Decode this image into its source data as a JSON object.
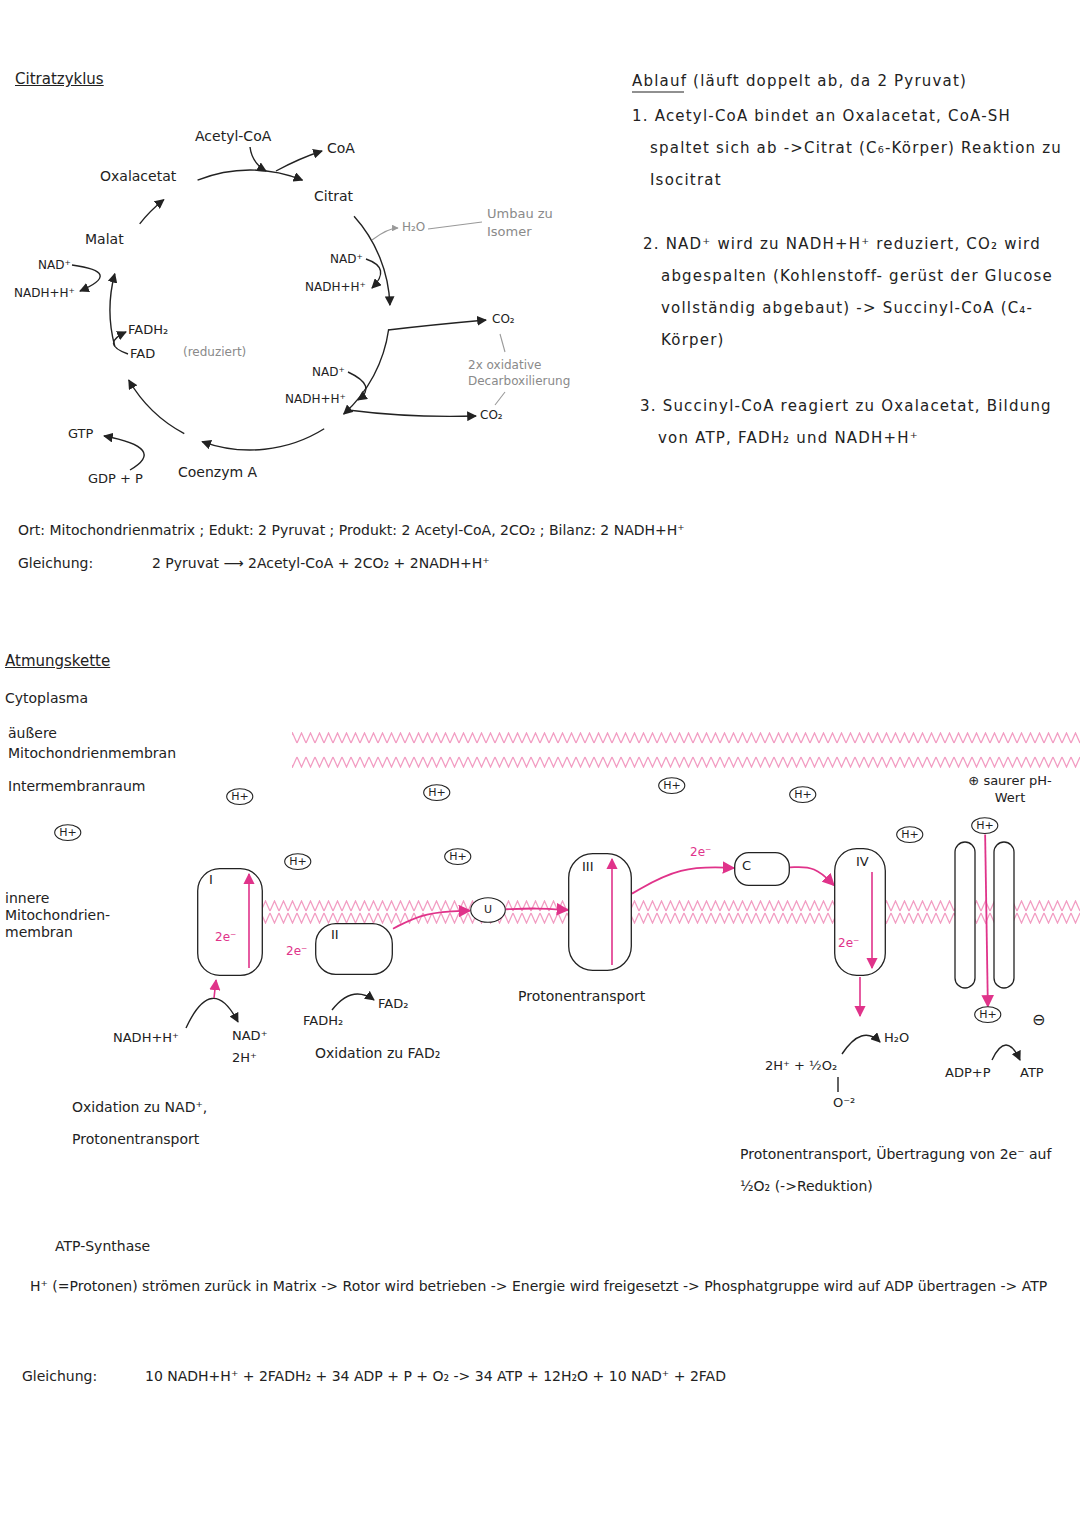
{
  "diagram": {
    "nodes": [
      {
        "text": [
          "I",
          "2e⁻"
        ]
      },
      {
        "text": [
          "II"
        ]
      },
      {
        "text": [
          "U"
        ]
      },
      {
        "text": [
          "III"
        ]
      },
      {
        "text": [
          "C"
        ]
      },
      {
        "text": [
          "IV",
          "2e⁻"
        ]
      },
      {
        "text": [
          "H+"
        ]
      },
      {
        "text": [
          "H+"
        ]
      },
      {
        "text": [
          "H+"
        ]
      },
      {
        "text": [
          "H+"
        ]
      },
      {
        "text": [
          "H+"
        ]
      },
      {
        "text": [
          "H+"
        ]
      },
      {
        "text": [
          "H+"
        ]
      },
      {
        "text": [
          "H+"
        ]
      },
      {
        "text": [
          "H+"
        ]
      },
      {
        "text": [
          "H+"
        ]
      }
    ],
    "edges": [
      {
        "from": 1,
        "to": 2,
        "arrow": "to"
      },
      {
        "from": 2,
        "to": 3,
        "arrow": "to"
      },
      {
        "from": 3,
        "to": 4,
        "label": "2e⁻",
        "arrow": "to"
      },
      {
        "from": 4,
        "to": 5,
        "arrow": "to"
      },
      {
        "from": 11,
        "to": 15,
        "arrow": "to"
      }
    ],
    "labels": [
      "Citratzyklus",
      "Acetyl-CoA",
      "CoA",
      "Oxalacetat",
      "Citrat",
      "H₂O",
      "Umbau zu Isomer",
      "Malat",
      "NAD⁺",
      "NADH+H⁺",
      "NAD⁺",
      "NADH+H⁺",
      "FADH₂",
      "FAD",
      "(reduziert)",
      "CO₂",
      "2x oxidative Decarboxilierung",
      "NAD⁺",
      "NADH+H⁺",
      "CO₂",
      "GTP",
      "GDP + P",
      "Coenzym A",
      "Ablauf (läuft doppelt ab, da 2 Pyruvat)",
      "1. Acetyl-CoA bindet an Oxalacetat, CoA-SH spaltet sich ab ->Citrat (C₆-Körper) Reaktion zu Isocitrat",
      "2. NAD⁺ wird zu NADH+H⁺ reduziert, CO₂ wird abgespalten (Kohlenstoff- gerüst der Glucose vollständig abgebaut) -> Succinyl-CoA (C₄-Körper)",
      "3. Succinyl-CoA reagiert zu Oxalacetat, Bildung von ATP, FADH₂ und NADH+H⁺",
      "Ort: Mitochondrienmatrix ; Edukt: 2 Pyruvat ; Produkt: 2 Acetyl-CoA, 2CO₂ ; Bilanz: 2 NADH+H⁺",
      "Gleichung:",
      "2 Pyruvat ⟶ 2Acetyl-CoA + 2CO₂ + 2NADH+H⁺",
      "Atmungskette",
      "Cytoplasma",
      "äußere Mitochondrienmembran",
      "Intermembranraum",
      "⊕ saurer pH-Wert",
      "innere Mitochondrien- membran",
      "NADH+H⁺",
      "NAD⁺",
      "2H⁺",
      "Oxidation zu NAD⁺, Protonentransport",
      "2e⁻",
      "FAD₂",
      "FADH₂",
      "Oxidation zu FAD₂",
      "Protonentransport",
      "2H⁺ + ½O₂",
      "H₂O",
      "O⁻²",
      "Protonentransport, Übertragung von 2e⁻ auf ½O₂ (->Reduktion)",
      "⊖",
      "ADP+P",
      "ATP",
      "ATP-Synthase",
      "H⁺ (=Protonen) strömen zurück in Matrix -> Rotor wird betrieben -> Energie wird freigesetzt -> Phosphatgruppe wird auf ADP übertragen -> ATP",
      "Gleichung:",
      "10 NADH+H⁺ + 2FADH₂ + 34 ADP + P + O₂ -> 34 ATP + 12H₂O + 10 NAD⁺ + 2FAD"
    ]
  }
}
